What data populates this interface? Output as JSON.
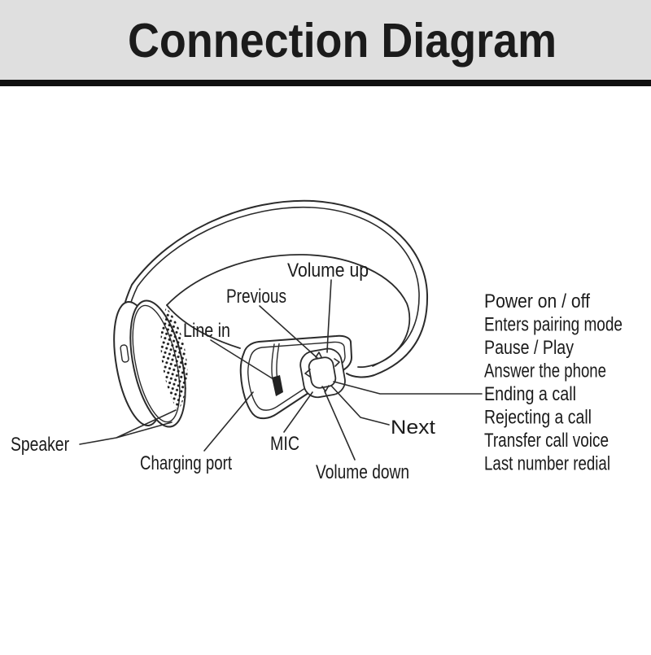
{
  "header": {
    "title": "Connection Diagram",
    "band_color": "#dfdfdf",
    "bar_color": "#101010"
  },
  "diagram": {
    "stroke_color": "#2b2b2b",
    "labels": {
      "volume_up": "Volume up",
      "previous": "Previous",
      "line_in": "Line in",
      "speaker": "Speaker",
      "charging_port": "Charging port",
      "mic": "MIC",
      "volume_down": "Volume down",
      "next": "Next"
    },
    "center_button_functions": [
      "Power on / off",
      "Enters pairing mode",
      "Pause / Play",
      "Answer the phone",
      "Ending a call",
      "Rejecting a call",
      "Transfer call voice",
      "Last number redial"
    ]
  }
}
